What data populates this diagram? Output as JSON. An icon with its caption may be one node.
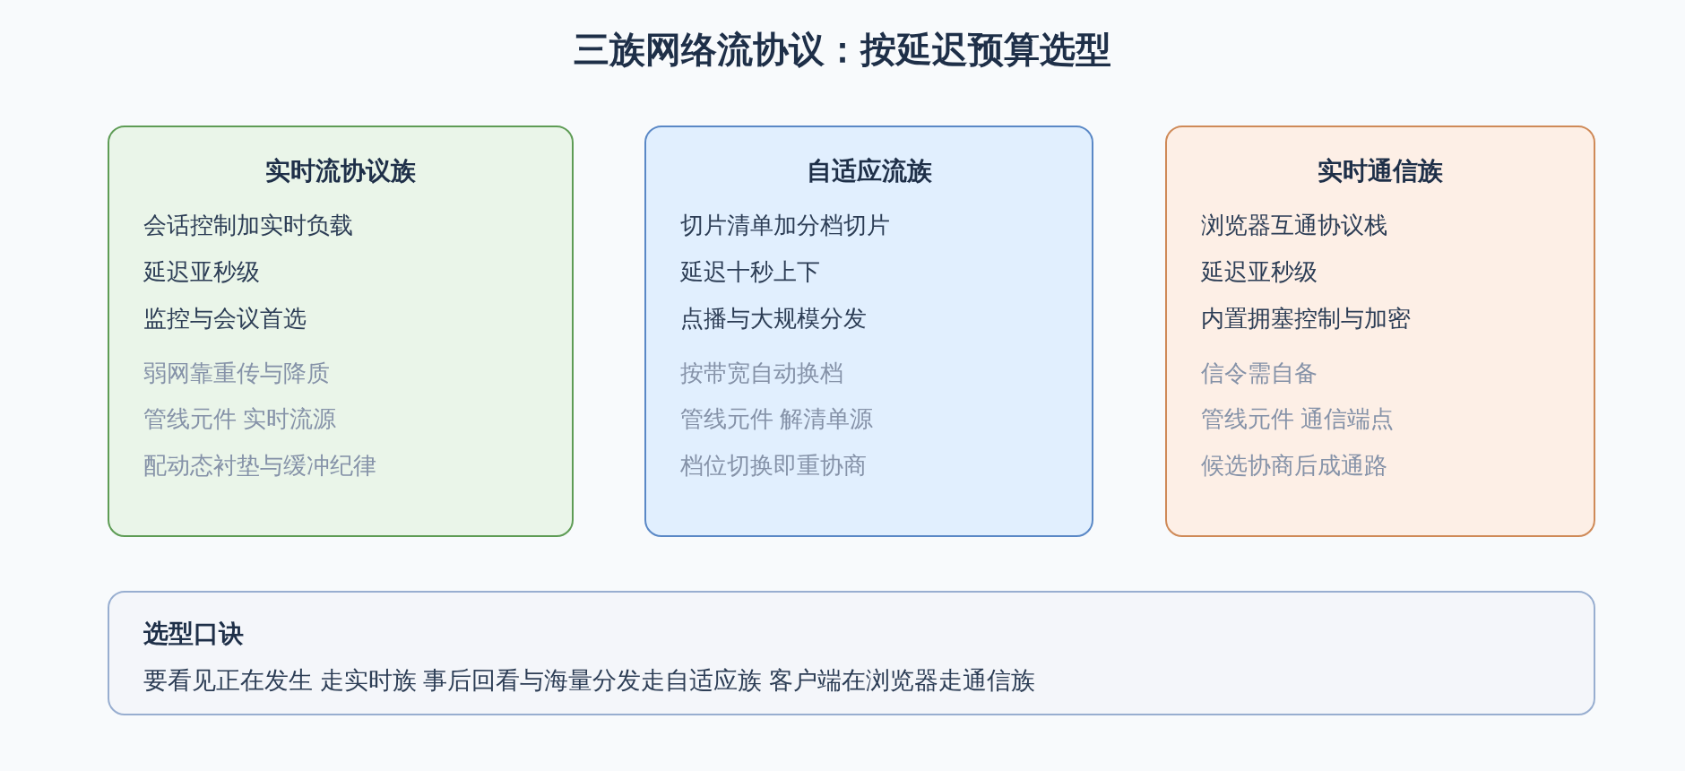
{
  "diagram": {
    "title": "三族网络流协议：按延迟预算选型",
    "nodes": [
      {
        "text": [
          "实时流协议族",
          "会话控制加实时负载",
          "延迟亚秒级",
          "监控与会议首选",
          "弱网靠重传与降质",
          "管线元件 实时流源",
          "配动态衬垫与缓冲纪律"
        ]
      },
      {
        "text": [
          "自适应流族",
          "切片清单加分档切片",
          "延迟十秒上下",
          "点播与大规模分发",
          "按带宽自动换档",
          "管线元件 解清单源",
          "档位切换即重协商"
        ]
      },
      {
        "text": [
          "实时通信族",
          "浏览器互通协议栈",
          "延迟亚秒级",
          "内置拥塞控制与加密",
          "信令需自备",
          "管线元件 通信端点",
          "候选协商后成通路"
        ]
      },
      {
        "text": [
          "选型口诀",
          "要看见正在发生 走实时族 事后回看与海量分发走自适应族 客户端在浏览器走通信族"
        ]
      }
    ]
  }
}
